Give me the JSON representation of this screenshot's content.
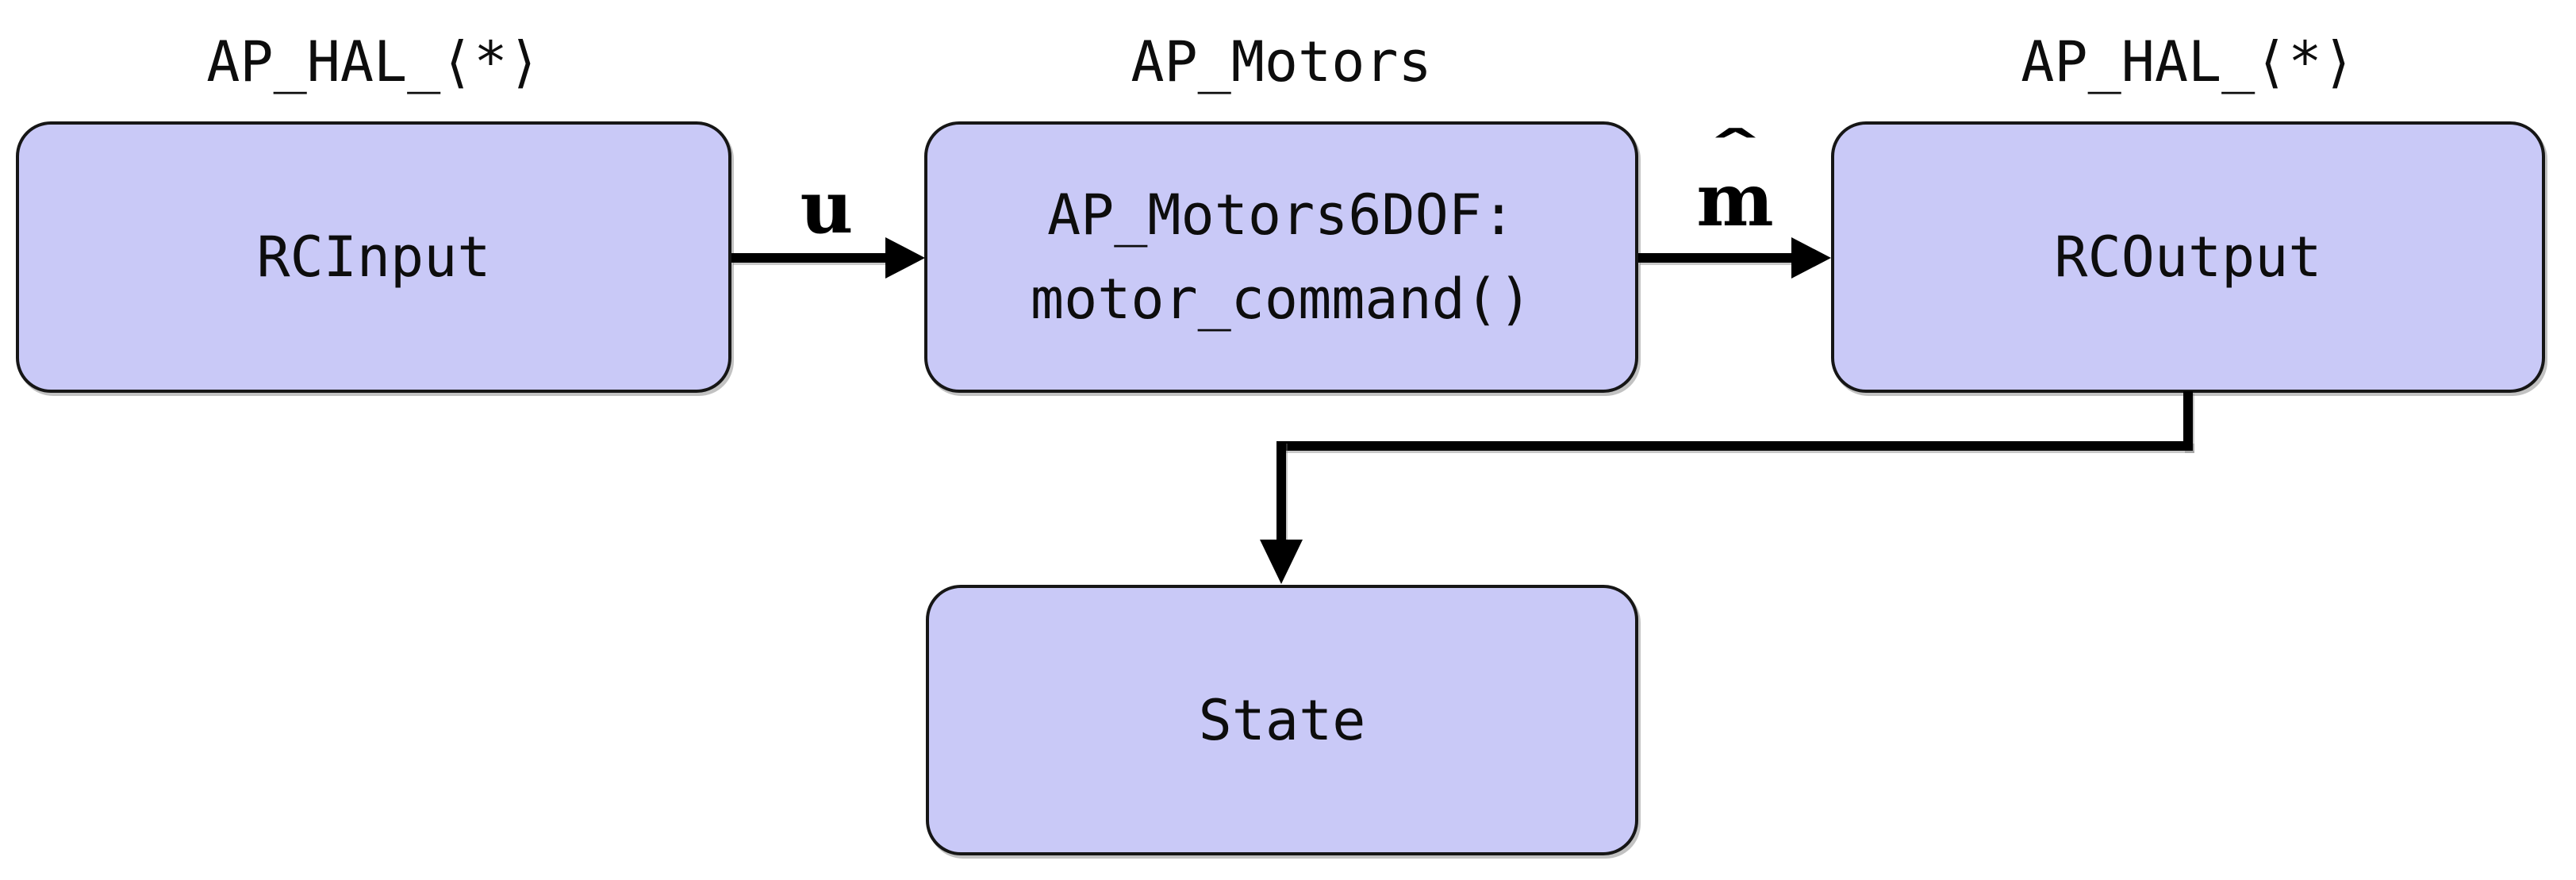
{
  "diagram": {
    "type": "block-diagram",
    "background_color": "#ffffff",
    "box_fill_color": "#c9c9f7",
    "box_border_color": "#161616",
    "line_color": "#000000",
    "text_color": "#0d0d0d",
    "nodes": {
      "rcinput": {
        "title": "AP_HAL_⟨*⟩",
        "label": "RCInput"
      },
      "ap_motors": {
        "title": "AP_Motors",
        "label_line1": "AP_Motors6DOF:",
        "label_line2": "motor_command()"
      },
      "rcoutput": {
        "title": "AP_HAL_⟨*⟩",
        "label": "RCOutput"
      },
      "state": {
        "label": "State"
      }
    },
    "edges": {
      "u": {
        "from": "RCInput",
        "to": "AP_Motors6DOF",
        "label_base": "u",
        "label_accent": ""
      },
      "m_hat": {
        "from": "AP_Motors6DOF",
        "to": "RCOutput",
        "label_base": "m",
        "label_accent": "ˆ"
      },
      "state_feed": {
        "from": "RCOutput",
        "to": "State",
        "label_base": "",
        "label_accent": ""
      }
    }
  }
}
